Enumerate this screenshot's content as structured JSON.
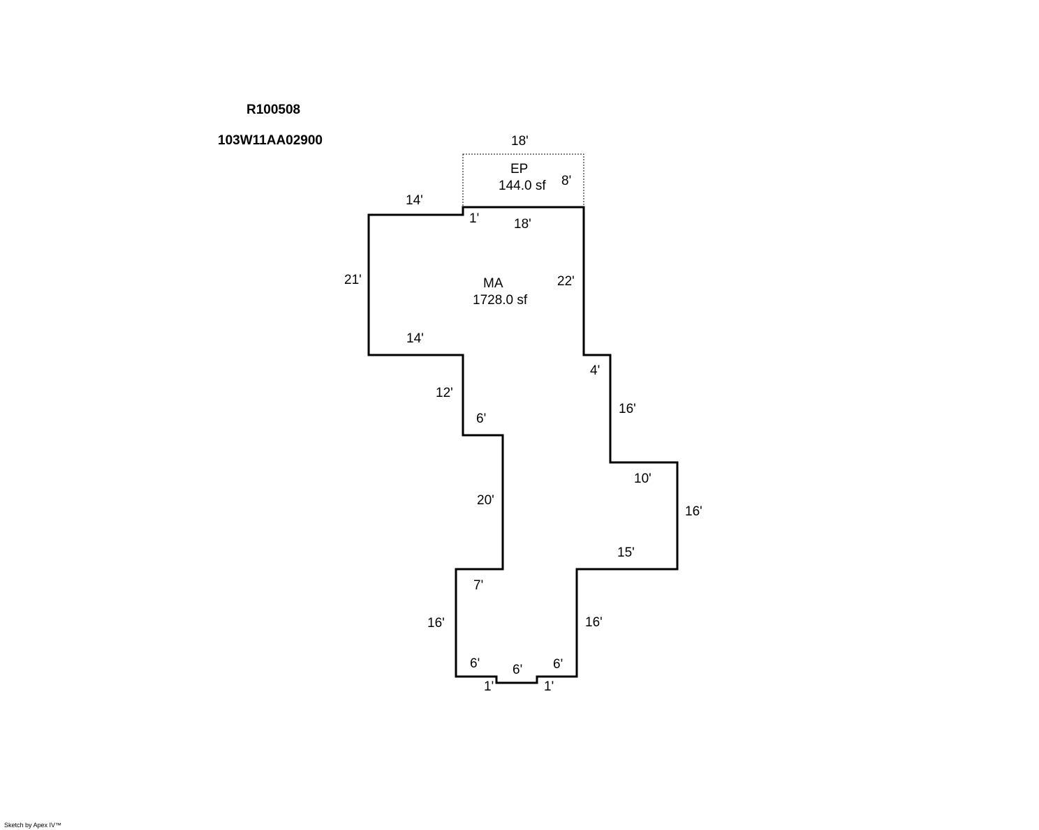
{
  "header": {
    "account": "R100508",
    "map_tax_lot": "103W11AA02900"
  },
  "areas": {
    "ep": {
      "code": "EP",
      "area": "144.0 sf"
    },
    "ma": {
      "code": "MA",
      "area": "1728.0 sf"
    }
  },
  "dimensions": {
    "ep_top": "18'",
    "ep_right": "8'",
    "top_left": "14'",
    "jog_top": "1'",
    "top_inner": "18'",
    "left": "21'",
    "right_upper": "22'",
    "left_mid_horiz": "14'",
    "step_left_vert": "12'",
    "step_left_horiz": "6'",
    "right_step_horiz": "4'",
    "right_step_vert": "16'",
    "wing_top": "10'",
    "wing_right": "16'",
    "wing_bottom": "15'",
    "inner_left_vert": "20'",
    "lower_left_horiz": "7'",
    "lower_left_vert": "16'",
    "lower_right_vert": "16'",
    "bottom_left": "6'",
    "bottom_center": "6'",
    "bottom_right": "6'",
    "bottom_jog_left": "1'",
    "bottom_jog_right": "1'"
  },
  "footer": "Sketch by Apex IV™"
}
